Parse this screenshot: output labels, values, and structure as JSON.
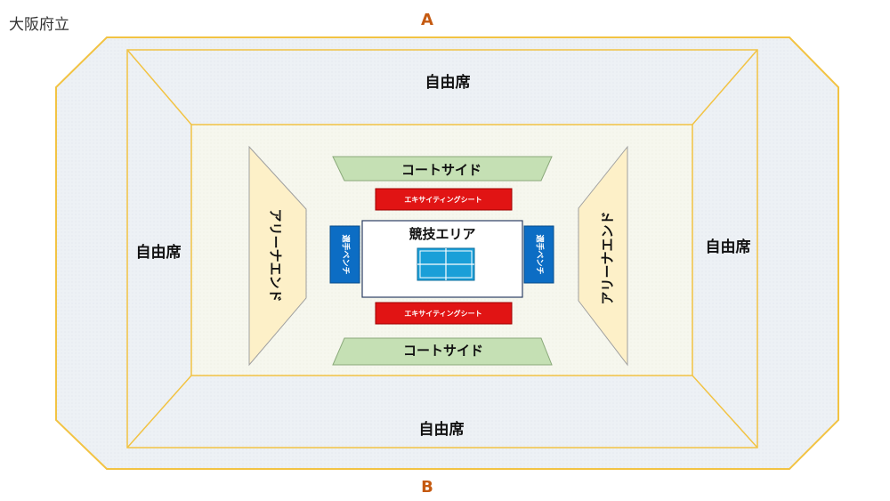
{
  "title": "大阪府立",
  "gates": {
    "top": "A",
    "bottom": "B"
  },
  "sections": {
    "free_top": "自由席",
    "free_bottom": "自由席",
    "free_left": "自由席",
    "free_right": "自由席",
    "court_side_top": "コートサイド",
    "court_side_bottom": "コートサイド",
    "arena_end_left": "アリーナエンド",
    "arena_end_right": "アリーナエンド",
    "exciting_top": "エキサイティングシート",
    "exciting_bottom": "エキサイティングシート",
    "bench_left": "選手ベンチ",
    "bench_right": "選手ベンチ",
    "competition_area": "競技エリア"
  },
  "colors": {
    "outline": "#f2c343",
    "stand_fill": "#e9eef4",
    "arena_fill": "#f4f5e9",
    "court_side": "#c5e0b4",
    "arena_end": "#fdf0c8",
    "exciting": "#e11414",
    "bench": "#0c6dc4",
    "court": "#1a9fd8",
    "gate_text": "#c55a11"
  }
}
